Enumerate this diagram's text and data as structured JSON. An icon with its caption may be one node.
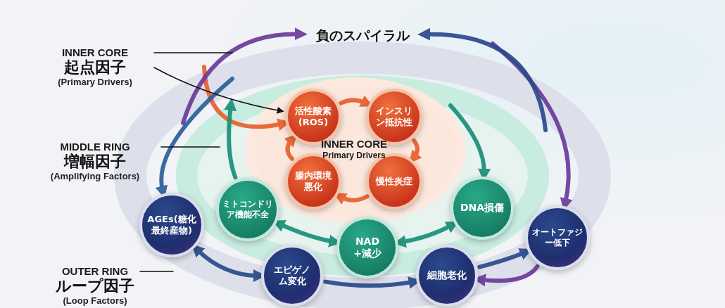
{
  "diagram": {
    "nodes": [
      {
        "text": [
          "活性酸素 (ROS)"
        ]
      },
      {
        "text": [
          "インスリン抵抗性"
        ]
      },
      {
        "text": [
          "慢性炎症"
        ]
      },
      {
        "text": [
          "腸内環境悪化"
        ]
      },
      {
        "text": [
          "ミトコンドリア機能不全"
        ]
      },
      {
        "text": [
          "NAD+減少"
        ]
      },
      {
        "text": [
          "DNA損傷"
        ]
      },
      {
        "text": [
          "AGEs(糖化最終産物)"
        ]
      },
      {
        "text": [
          "エピゲノム変化"
        ]
      },
      {
        "text": [
          "細胞老化"
        ]
      },
      {
        "text": [
          "オートファジー低下"
        ]
      },
      {
        "text": [
          "INNER CORE",
          "起点因子",
          "(Primary Drivers)"
        ]
      },
      {
        "text": [
          "MIDDLE RING",
          "増幅因子",
          "(Amplifying Factors)"
        ]
      },
      {
        "text": [
          "OUTER RING",
          "ループ因子",
          "(Loop Factors)"
        ]
      },
      {
        "text": [
          "負のスパイラル"
        ]
      }
    ],
    "edges": [
      {
        "from": 0,
        "to": 1,
        "arrow": "to",
        "color": "#e8602c"
      },
      {
        "from": 1,
        "to": 2,
        "arrow": "to",
        "color": "#e8602c"
      },
      {
        "from": 2,
        "to": 3,
        "arrow": "to",
        "color": "#e8602c"
      },
      {
        "from": 3,
        "to": 0,
        "arrow": "to",
        "color": "#e8602c"
      },
      {
        "from": 4,
        "to": 5,
        "arrow": "both",
        "color": "#1a8f7a"
      },
      {
        "from": 5,
        "to": 6,
        "arrow": "both",
        "color": "#1a8f7a"
      },
      {
        "from": 7,
        "to": 8,
        "arrow": "both",
        "color": "#2b4a8c"
      },
      {
        "from": 8,
        "to": 9,
        "arrow": "to",
        "color": "#2b4a8c"
      },
      {
        "from": 9,
        "to": 10,
        "arrow": "to",
        "color": "#2b4a8c"
      },
      {
        "from": 10,
        "to": 9,
        "arrow": "to",
        "color": "#6b3a9a"
      },
      {
        "from": null,
        "to": 0,
        "arrow": "to",
        "color": "#e8602c"
      },
      {
        "from": null,
        "to": 7,
        "arrow": "to",
        "color": "#2b5f9a"
      },
      {
        "from": null,
        "to": 10,
        "arrow": "to",
        "color": "#6b3a9a"
      },
      {
        "from": null,
        "to": 6,
        "arrow": "to",
        "color": "#1a8f7a"
      },
      {
        "from": 4,
        "to": null,
        "arrow": "to",
        "color": "#1a8f7a"
      },
      {
        "from": null,
        "to": 14,
        "arrow": "to",
        "color": "#6b3a9a"
      },
      {
        "from": null,
        "to": 14,
        "arrow": "to",
        "color": "#2b4a8c"
      },
      {
        "from": 11,
        "to": 0,
        "arrow": "to",
        "color": "#111111"
      },
      {
        "from": 11,
        "to": null,
        "arrow": "none",
        "color": "#111111"
      },
      {
        "from": 12,
        "to": null,
        "arrow": "none",
        "color": "#111111"
      },
      {
        "from": 13,
        "to": null,
        "arrow": "none",
        "color": "#111111"
      }
    ],
    "labels": [
      "INNER CORE",
      "Primary Drivers"
    ]
  }
}
